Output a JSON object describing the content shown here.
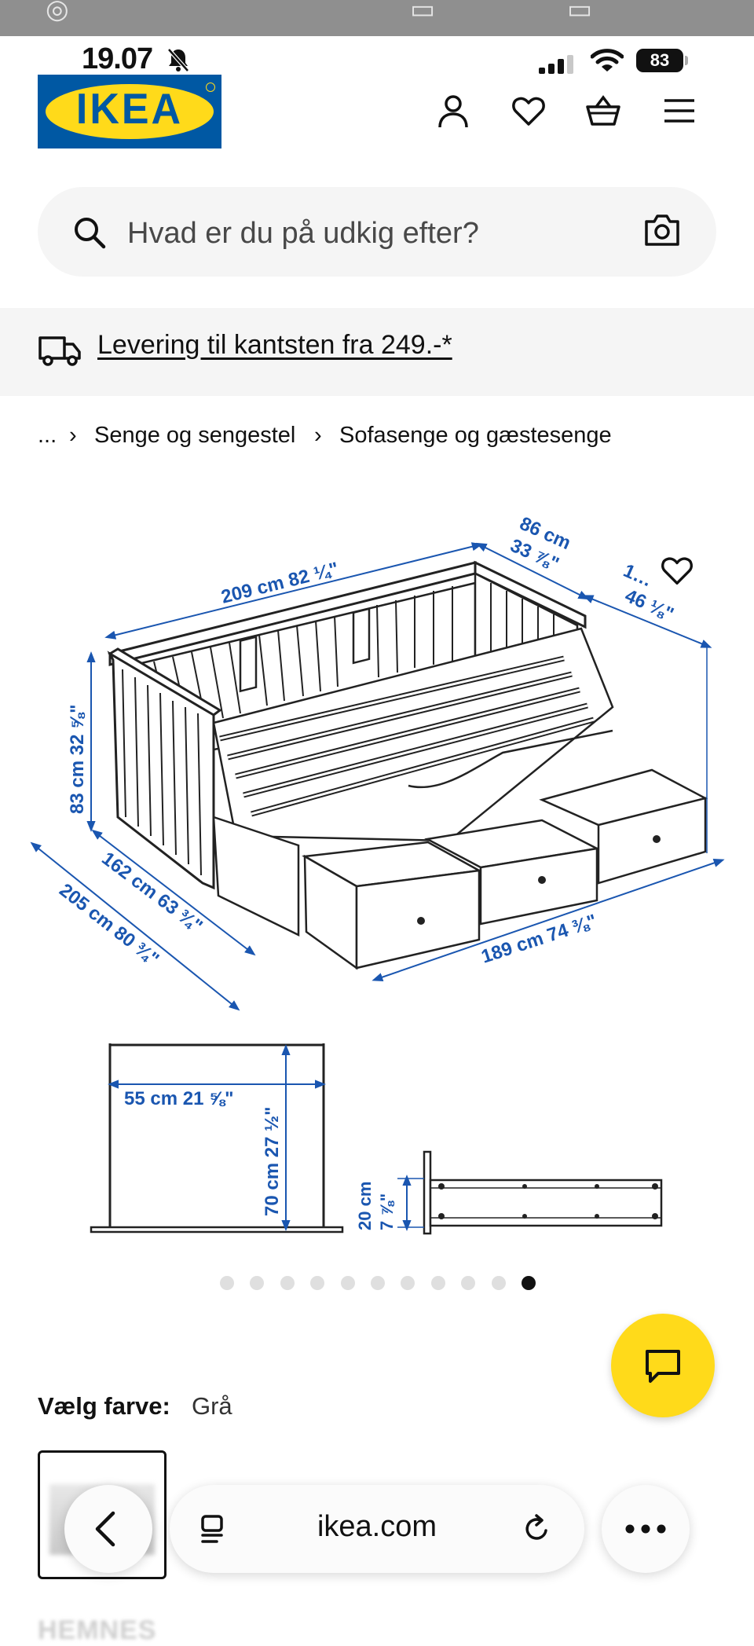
{
  "status": {
    "time": "19.07",
    "battery": "83"
  },
  "header": {
    "logo_text": "IKEA"
  },
  "search": {
    "placeholder": "Hvad er du på udkig efter?"
  },
  "delivery": {
    "text": "Levering til kantsten fra 249.-*"
  },
  "breadcrumb": {
    "ellipsis": "...",
    "items": [
      "Senge og sengestel",
      "Sofasenge og gæstesenge"
    ]
  },
  "diagram": {
    "width_label": "209 cm 82 ¼\"",
    "depth_cm": "86 cm",
    "depth_in": "33 ⅞\"",
    "side_cm": "1…",
    "side_in": "46 ⅛\"",
    "height_label": "83 cm 32 ⅝\"",
    "inner_depth_label": "162 cm 63 ¾\"",
    "outer_depth_label": "205 cm 80 ¾\"",
    "front_width_label": "189 cm 74 ⅜\"",
    "seat_depth_label": "55 cm 21 ⅝\"",
    "seat_height_label": "70 cm 27 ½\"",
    "drawer_height_cm": "20 cm",
    "drawer_height_in": "7 ⅞\""
  },
  "carousel": {
    "count": 11,
    "active_index": 10
  },
  "color": {
    "label": "Vælg farve:",
    "value": "Grå"
  },
  "product_name": "HEMNES",
  "browser": {
    "url": "ikea.com"
  },
  "colors": {
    "ikea_blue": "#0058a3",
    "ikea_yellow": "#ffda1a",
    "dimension_blue": "#1a56b0"
  },
  "icons": [
    "person-icon",
    "heart-icon",
    "basket-icon",
    "hamburger-icon",
    "search-icon",
    "camera-icon",
    "truck-icon",
    "chat-icon",
    "back-icon",
    "tabs-icon",
    "reload-icon",
    "more-icon"
  ]
}
